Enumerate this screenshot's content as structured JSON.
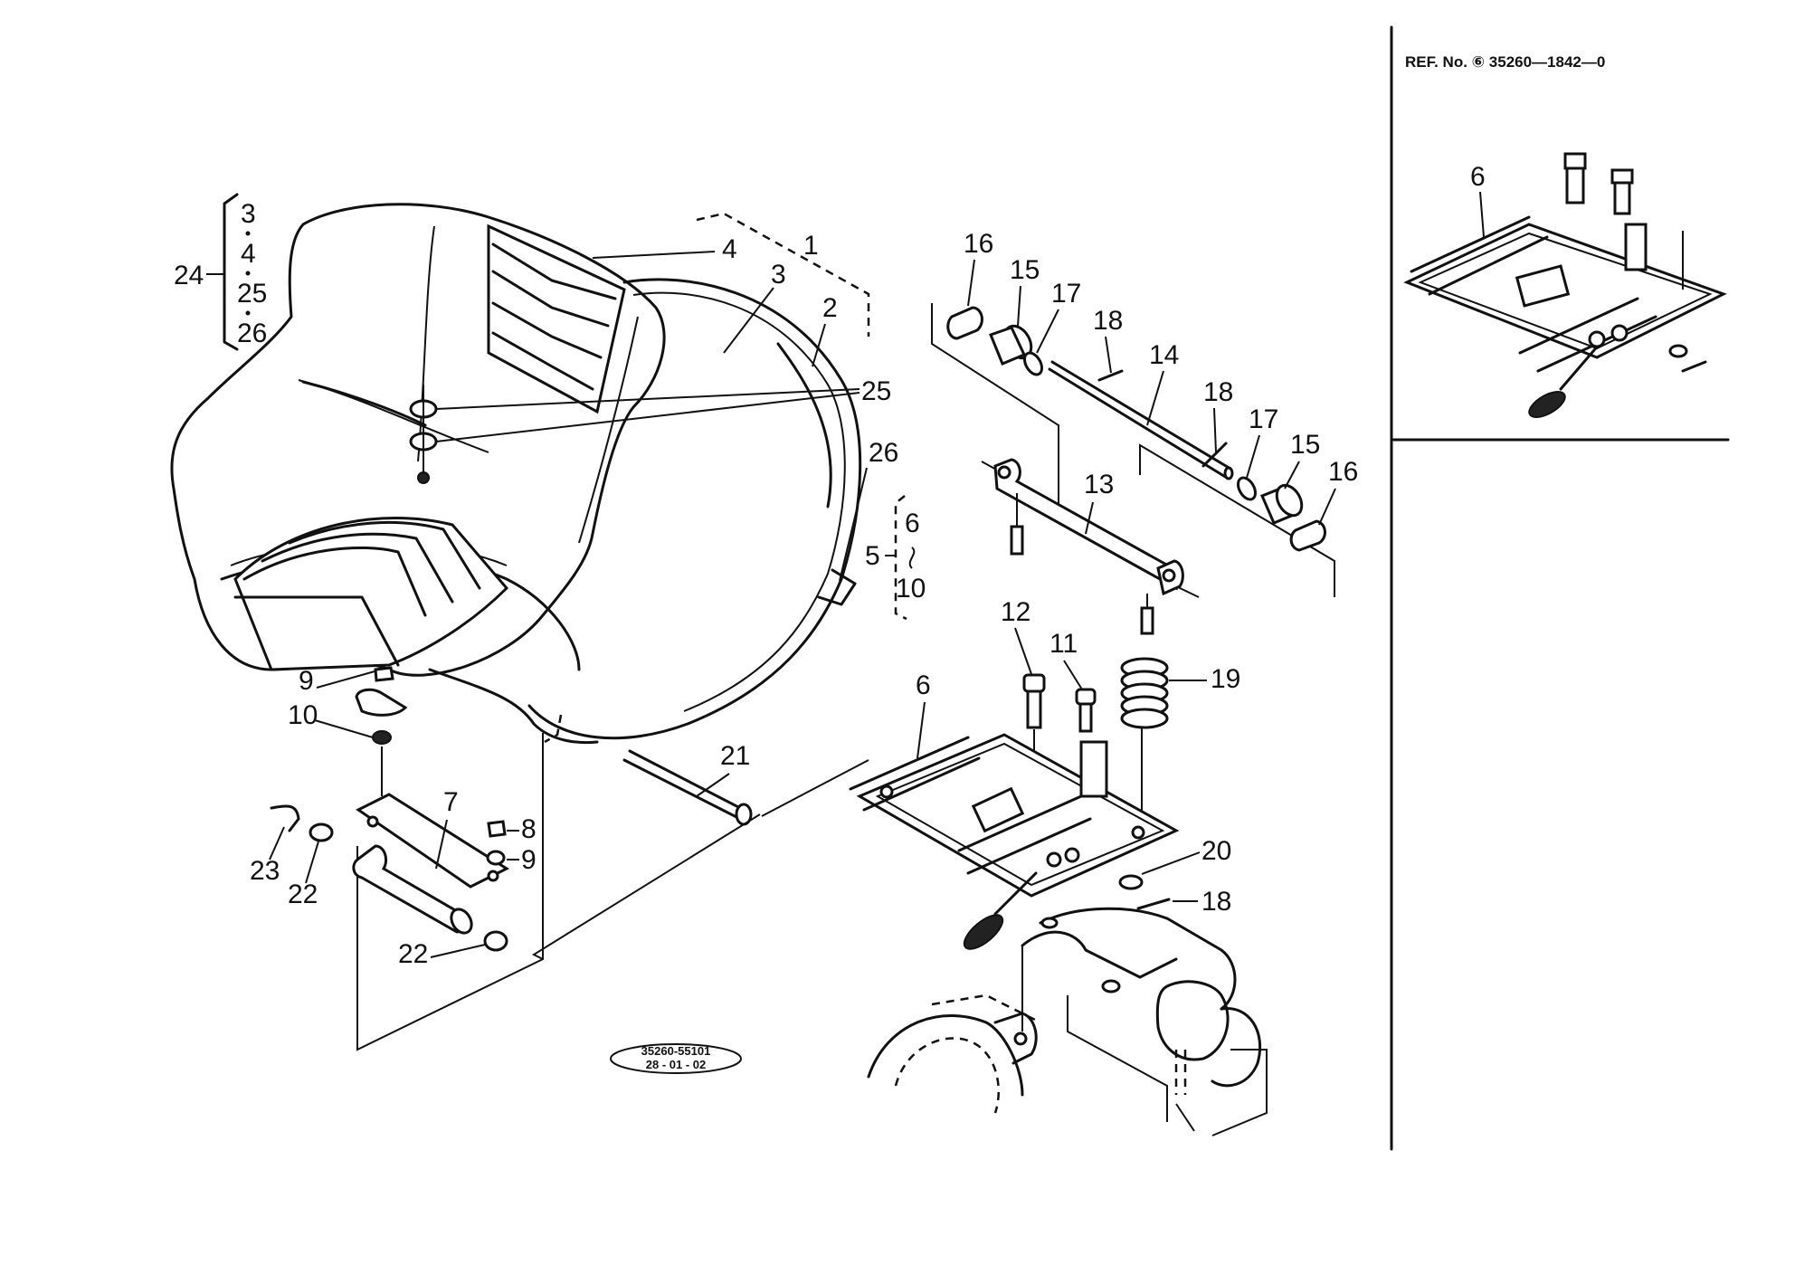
{
  "ref_number": "REF. No. ⑥ 35260—1842—0",
  "drawing_stamp": {
    "line1": "35260-55101",
    "line2": "28 - 01 - 02"
  },
  "callouts": {
    "c1": "1",
    "c2": "2",
    "c3": "3",
    "c4": "4",
    "c25": "25",
    "c26": "26",
    "c16a": "16",
    "c15a": "15",
    "c17a": "17",
    "c18a": "18",
    "c14": "14",
    "c18b": "18",
    "c17b": "17",
    "c15b": "15",
    "c16b": "16",
    "c13": "13",
    "c12": "12",
    "c11": "11",
    "c19": "19",
    "c6": "6",
    "c21": "21",
    "c20": "20",
    "c18c": "18",
    "c9a": "9",
    "c10a": "10",
    "c7": "7",
    "c8": "8",
    "c9b": "9",
    "c23": "23",
    "c22a": "22",
    "c22b": "22",
    "c6ref": "6"
  },
  "group24": {
    "label": "24",
    "items": [
      "3",
      "4",
      "25",
      "26"
    ]
  },
  "group5": {
    "label": "5",
    "items": [
      "6",
      "10"
    ]
  }
}
